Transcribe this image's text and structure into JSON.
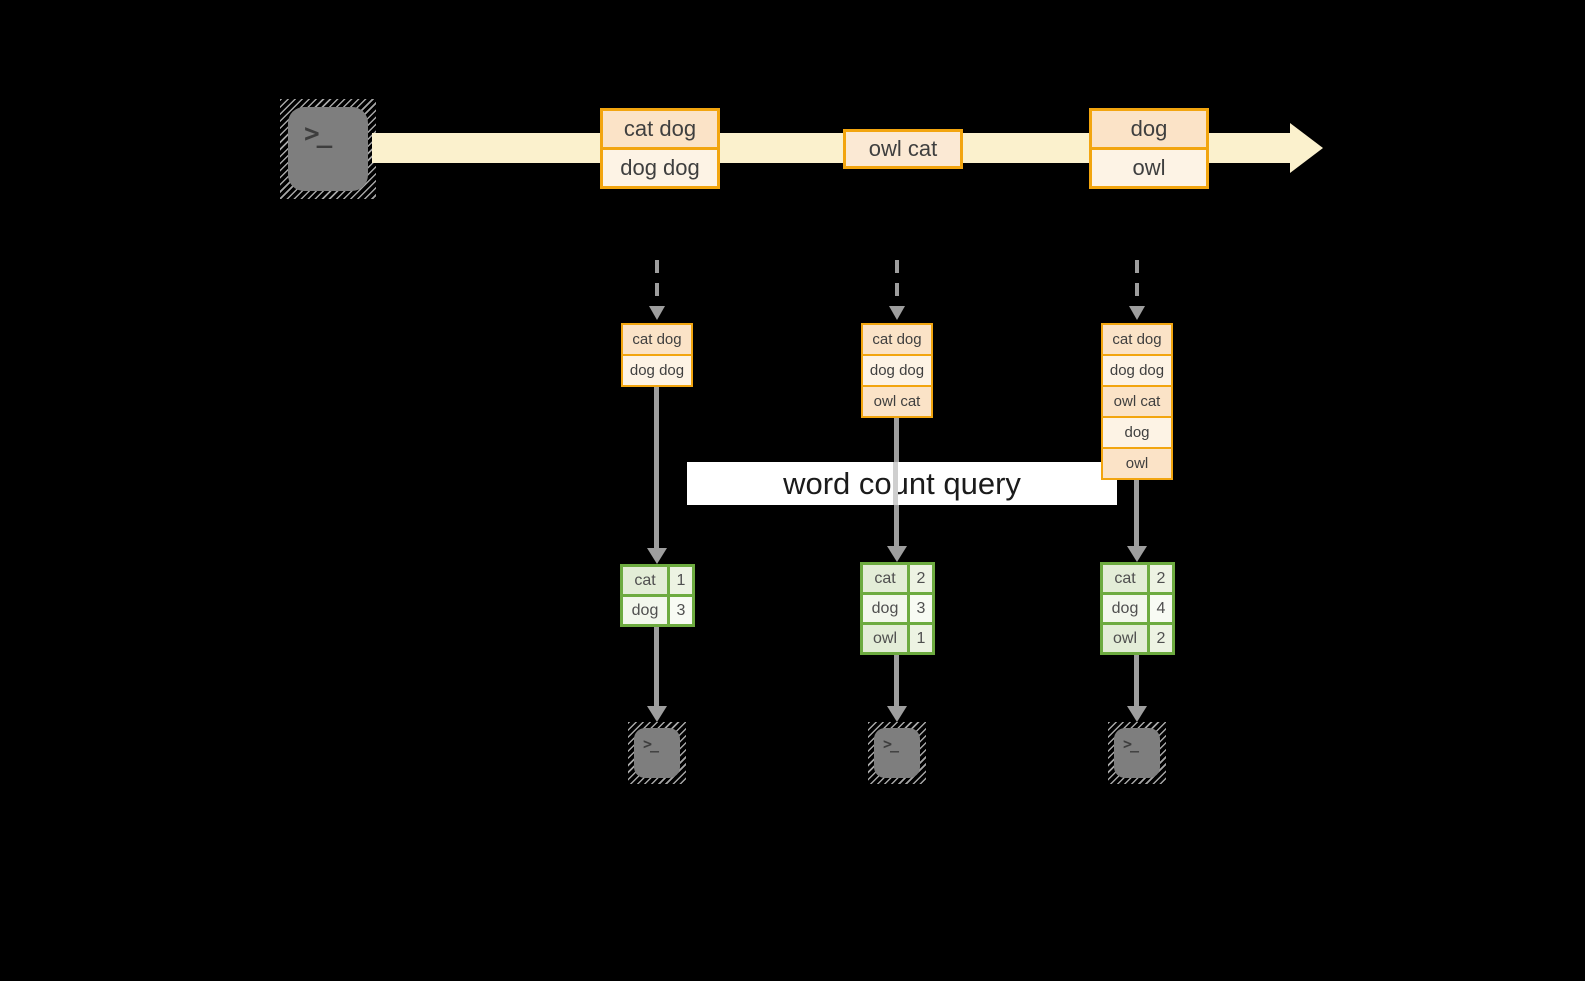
{
  "diagram": {
    "title_hint": "word count query over a message stream",
    "query_label": "word count query",
    "terminal_glyph": ">_",
    "colors": {
      "background": "#000000",
      "stream_band": "#FBF1CD",
      "orange_border": "#F2A50F",
      "orange_fill_dark": "#FBE3C7",
      "orange_fill_light": "#FDF3E5",
      "green_border": "#6DAB40",
      "arrow_gray": "#9E9E9E",
      "label_background": "#FFFFFF"
    },
    "stream": {
      "messages": [
        {
          "rows": [
            "cat dog",
            "dog dog"
          ]
        },
        {
          "rows": [
            "owl cat"
          ]
        },
        {
          "rows": [
            "dog",
            "owl"
          ]
        }
      ]
    },
    "columns": [
      {
        "buffer": [
          "cat dog",
          "dog dog"
        ],
        "counts": [
          {
            "word": "cat",
            "count": "1"
          },
          {
            "word": "dog",
            "count": "3"
          }
        ]
      },
      {
        "buffer": [
          "cat dog",
          "dog dog",
          "owl cat"
        ],
        "counts": [
          {
            "word": "cat",
            "count": "2"
          },
          {
            "word": "dog",
            "count": "3"
          },
          {
            "word": "owl",
            "count": "1"
          }
        ]
      },
      {
        "buffer": [
          "cat dog",
          "dog dog",
          "owl cat",
          "dog",
          "owl"
        ],
        "counts": [
          {
            "word": "cat",
            "count": "2"
          },
          {
            "word": "dog",
            "count": "4"
          },
          {
            "word": "owl",
            "count": "2"
          }
        ]
      }
    ]
  }
}
